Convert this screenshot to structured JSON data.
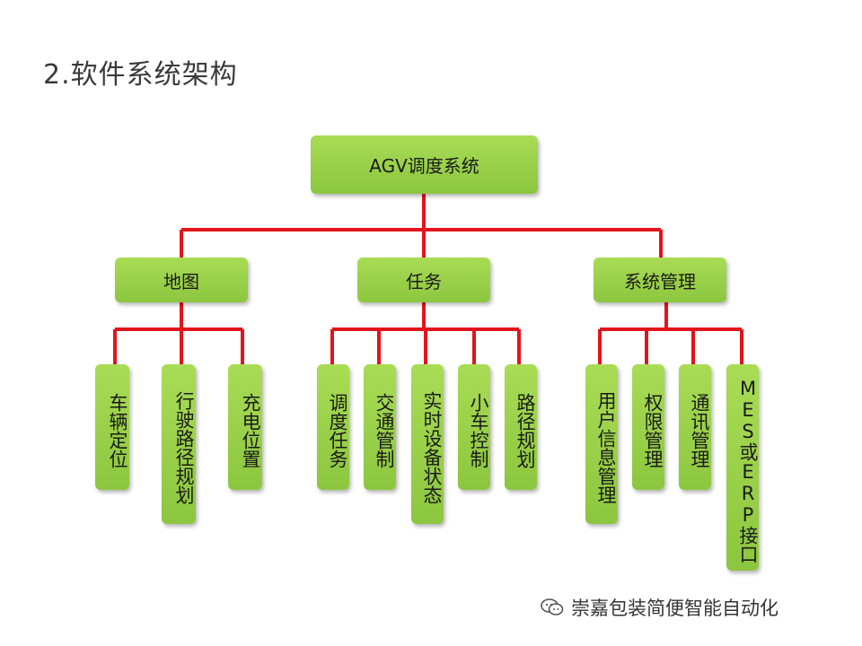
{
  "title": "2.软件系统架构",
  "diagram": {
    "root": "AGV调度系统",
    "branches": [
      {
        "label": "地图",
        "children": [
          "车辆定位",
          "行驶路径规划",
          "充电位置"
        ]
      },
      {
        "label": "任务",
        "children": [
          "调度任务",
          "交通管制",
          "实时设备状态",
          "小车控制",
          "路径规划"
        ]
      },
      {
        "label": "系统管理",
        "children": [
          "用户信息管理",
          "权限管理",
          "通讯管理",
          "MES或ERP接口"
        ]
      }
    ]
  },
  "watermark": {
    "text": "崇嘉包装简便智能自动化"
  },
  "colors": {
    "node_fill": "#8cc63f",
    "connector": "#e3141b"
  }
}
